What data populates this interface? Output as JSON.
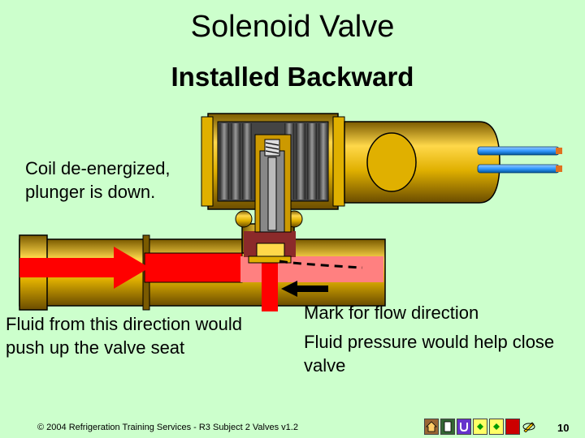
{
  "title": {
    "line1": "Solenoid Valve",
    "line2": "Installed Backward"
  },
  "labels": {
    "coil": "Coil de-energized, plunger is down.",
    "fluid": "Fluid from this direction would push up the valve seat",
    "mark": "Mark for flow direction",
    "pressure": "Fluid pressure would help close valve"
  },
  "footer": {
    "copyright": "© 2004 Refrigeration Training Services - R3 Subject 2 Valves v1.2",
    "page_number": "10"
  },
  "nav_icons": [
    "home-icon",
    "document-icon",
    "return-icon",
    "previous-icon",
    "next-icon",
    "stop-icon",
    "pen-icon"
  ],
  "colors": {
    "background": "#ccffcc",
    "brass": "#e0b000",
    "fluid": "#ff0000",
    "fluid_light": "#ff8080",
    "wire": "#3399ff"
  }
}
